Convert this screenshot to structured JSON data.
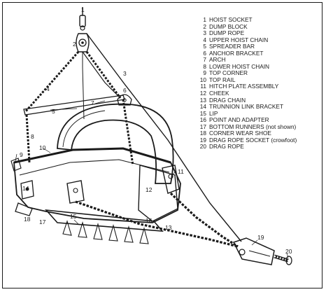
{
  "legend": [
    {
      "num": "1",
      "label": "HOIST SOCKET"
    },
    {
      "num": "2",
      "label": "DUMP BLOCK"
    },
    {
      "num": "3",
      "label": "DUMP ROPE"
    },
    {
      "num": "4",
      "label": "UPPER HOIST CHAIN"
    },
    {
      "num": "5",
      "label": "SPREADER BAR"
    },
    {
      "num": "6",
      "label": "ANCHOR BRACKET"
    },
    {
      "num": "7",
      "label": "ARCH"
    },
    {
      "num": "8",
      "label": "LOWER HOIST CHAIN"
    },
    {
      "num": "9",
      "label": "TOP CORNER"
    },
    {
      "num": "10",
      "label": "TOP RAIL"
    },
    {
      "num": "11",
      "label": "HITCH PLATE ASSEMBLY"
    },
    {
      "num": "12",
      "label": "CHEEK"
    },
    {
      "num": "13",
      "label": "DRAG CHAIN"
    },
    {
      "num": "14",
      "label": "TRUNNION LINK BRACKET"
    },
    {
      "num": "15",
      "label": "LIP"
    },
    {
      "num": "16",
      "label": "POINT AND ADAPTER"
    },
    {
      "num": "17",
      "label": "BOTTOM RUNNERS (not shown)"
    },
    {
      "num": "18",
      "label": "CORNER WEAR SHOE"
    },
    {
      "num": "19",
      "label": "DRAG ROPE SOCKET (crowfoot)"
    },
    {
      "num": "20",
      "label": "DRAG ROPE"
    }
  ],
  "callouts": {
    "c1": "1",
    "c2": "2",
    "c3": "3",
    "c4": "4",
    "c5": "5",
    "c6": "6",
    "c7": "7",
    "c8": "8",
    "c9": "9",
    "c10": "10",
    "c11": "11",
    "c12": "12",
    "c13": "13",
    "c14": "14",
    "c15": "15",
    "c16": "16",
    "c17": "17",
    "c18": "18",
    "c19": "19",
    "c20": "20"
  }
}
